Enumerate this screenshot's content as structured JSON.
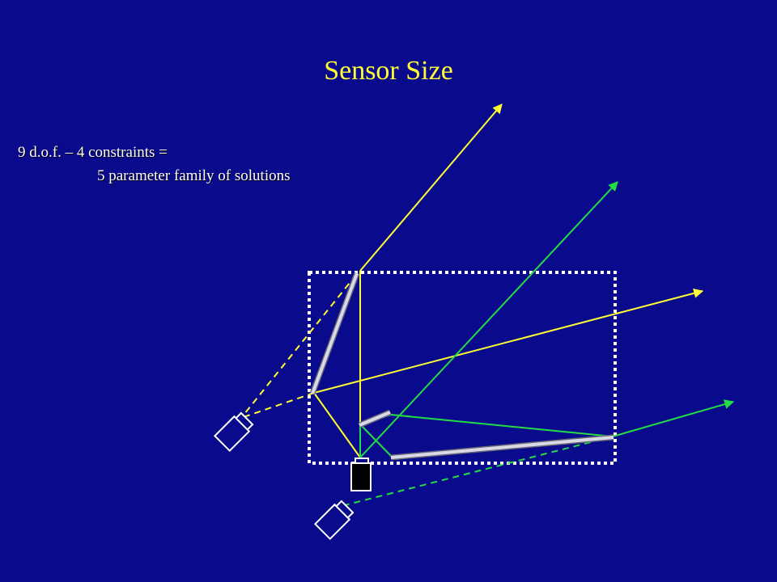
{
  "slide": {
    "title": "Sensor Size",
    "caption_line1": "9 d.o.f. –  4 constraints =",
    "caption_line2": "5 parameter family of solutions"
  },
  "colors": {
    "background": "#0a0a8c",
    "title": "#ffff33",
    "yellow_ray": "#ffff33",
    "green_ray": "#22dd44",
    "mirror": "#c8c8d8",
    "boundary": "#ffffff"
  },
  "icons": {
    "sensor": "camera-box",
    "virtual_camera": "camera-outline"
  }
}
